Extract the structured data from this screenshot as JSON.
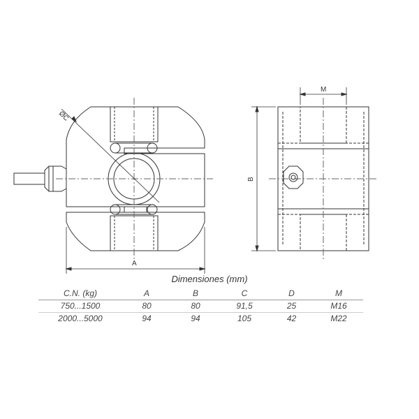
{
  "drawing": {
    "front_labels": {
      "diameter": "ØC",
      "width": "A"
    },
    "side_labels": {
      "thread": "M",
      "height": "B"
    }
  },
  "caption": "Dimensiones (mm)",
  "table": {
    "headers": [
      "C.N. (kg)",
      "A",
      "B",
      "C",
      "D",
      "M"
    ],
    "rows": [
      [
        "750...1500",
        "80",
        "80",
        "91,5",
        "25",
        "M16"
      ],
      [
        "2000...5000",
        "94",
        "94",
        "105",
        "42",
        "M22"
      ]
    ]
  }
}
